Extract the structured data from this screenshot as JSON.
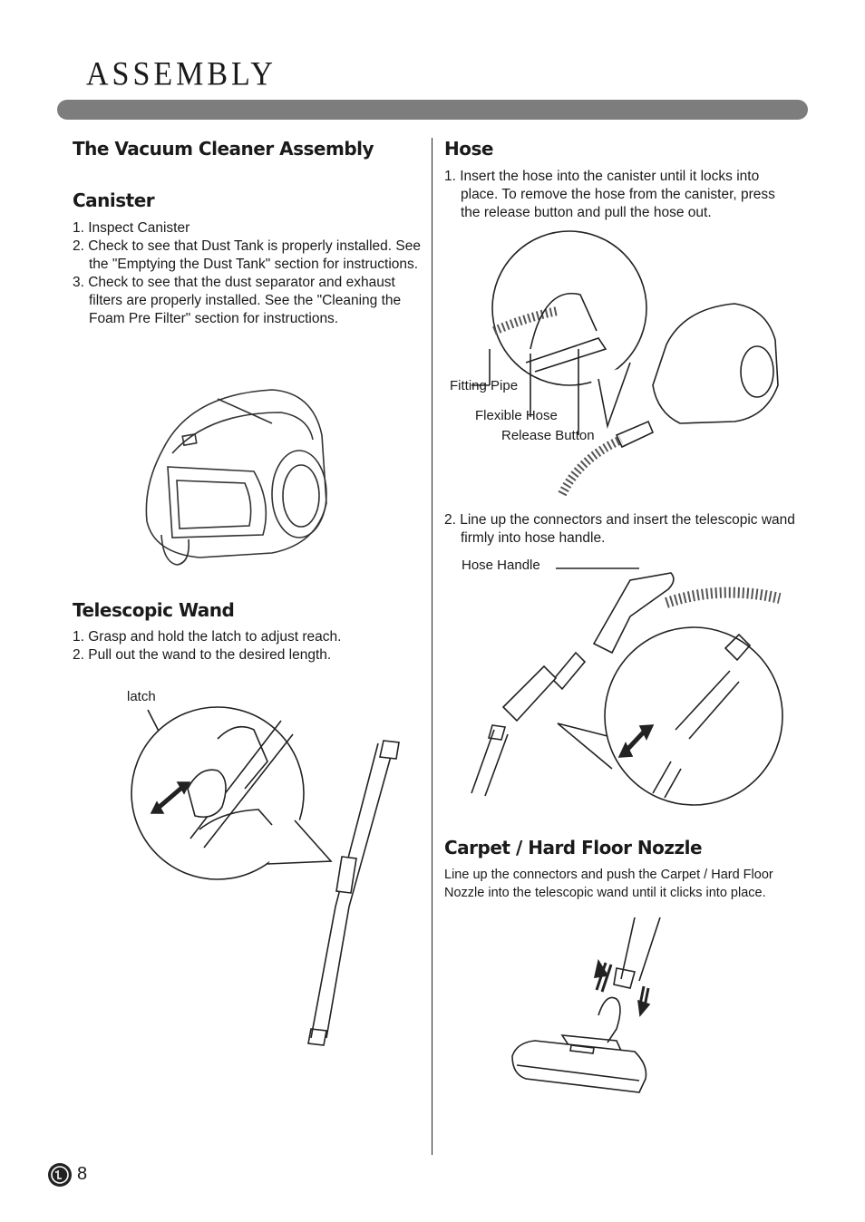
{
  "header": {
    "title": "ASSEMBLY"
  },
  "left": {
    "assembly_heading": "The Vacuum Cleaner Assembly",
    "canister": {
      "heading": "Canister",
      "steps": [
        "1. Inspect Canister",
        "2. Check to see that Dust Tank is properly installed. See the \"Emptying the Dust Tank\" section for instructions.",
        "3. Check to see that the dust separator and exhaust filters are properly installed. See the \"Cleaning the Foam Pre Filter\" section for instructions."
      ]
    },
    "wand": {
      "heading": "Telescopic Wand",
      "steps": [
        "1. Grasp and hold the latch to adjust reach.",
        "2. Pull out the wand to the desired length."
      ],
      "latch_label": "latch"
    }
  },
  "right": {
    "hose": {
      "heading": "Hose",
      "step1": "1. Insert the hose into the canister until it locks into place. To remove the hose from the canister, press the release button and pull the hose out.",
      "labels": {
        "fitting_pipe": "Fitting Pipe",
        "flexible_hose": "Flexible Hose",
        "release_button": "Release Button"
      },
      "step2": "2. Line up the connectors and insert the telescopic wand firmly into hose handle.",
      "hose_handle_label": "Hose Handle"
    },
    "nozzle": {
      "heading": "Carpet / Hard Floor Nozzle",
      "text": "Line up the connectors and push the Carpet / Hard Floor Nozzle into the telescopic wand until it clicks into place."
    }
  },
  "footer": {
    "page_number": "8"
  }
}
